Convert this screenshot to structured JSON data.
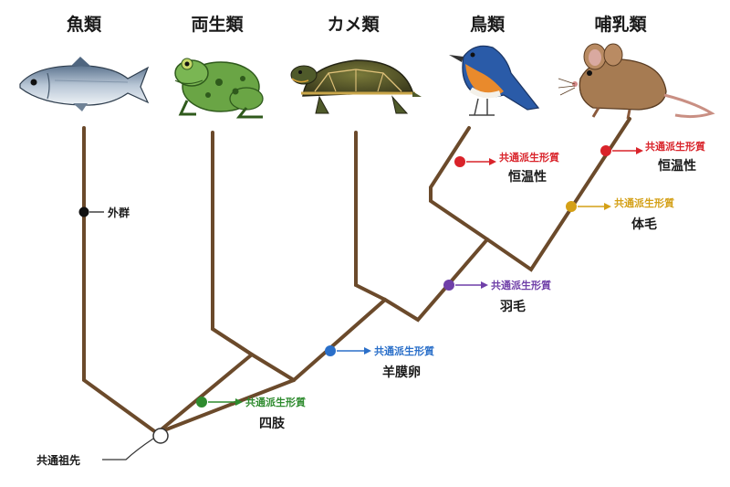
{
  "taxa": [
    {
      "id": "fish",
      "label": "魚類",
      "icon": "fish-icon"
    },
    {
      "id": "amphibian",
      "label": "両生類",
      "icon": "frog-icon"
    },
    {
      "id": "turtle",
      "label": "カメ類",
      "icon": "turtle-icon"
    },
    {
      "id": "bird",
      "label": "鳥類",
      "icon": "bird-icon"
    },
    {
      "id": "mammal",
      "label": "哺乳類",
      "icon": "mouse-icon"
    }
  ],
  "outgroup": {
    "label": "外群",
    "color": "#111111"
  },
  "root": {
    "label": "共通祖先"
  },
  "synapomorphies": [
    {
      "id": "limbs",
      "heading": "共通派生形質",
      "trait": "四肢",
      "color": "#2e8b2e"
    },
    {
      "id": "amniotic-egg",
      "heading": "共通派生形質",
      "trait": "羊膜卵",
      "color": "#2a6fc9"
    },
    {
      "id": "feathers",
      "heading": "共通派生形質",
      "trait": "羽毛",
      "color": "#6f3fa8"
    },
    {
      "id": "bird-endothermy",
      "heading": "共通派生形質",
      "trait": "恒温性",
      "color": "#d9232a"
    },
    {
      "id": "mammal-endothermy",
      "heading": "共通派生形質",
      "trait": "恒温性",
      "color": "#d9232a"
    },
    {
      "id": "hair",
      "heading": "共通派生形質",
      "trait": "体毛",
      "color": "#d4a017"
    }
  ],
  "colors": {
    "branch": "#6b4a2b"
  }
}
